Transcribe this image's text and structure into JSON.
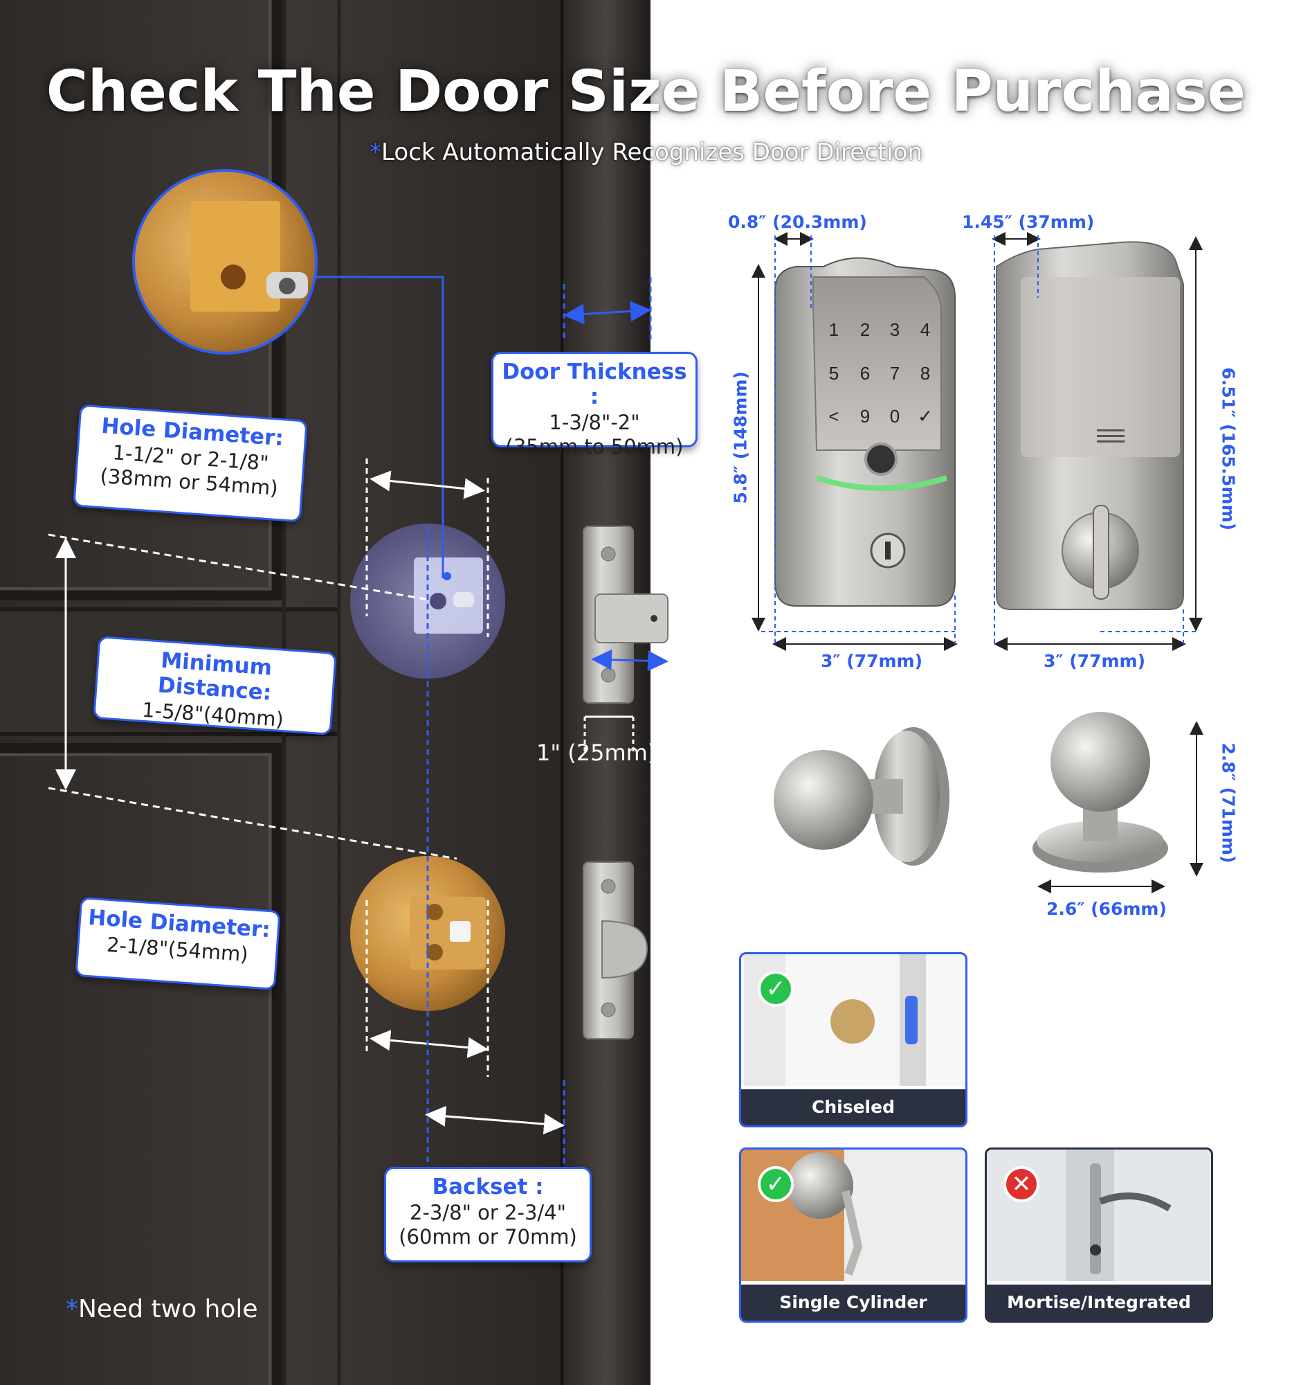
{
  "header": {
    "title": "Check The Door Size Before Purchase",
    "subtitle_star": "*",
    "subtitle": "Lock Automatically Recognizes Door Direction"
  },
  "cards": {
    "door_thickness": {
      "heading": "Door Thickness :",
      "line1": "1-3/8\"-2\"",
      "line2": "(35mm to 50mm)"
    },
    "hole_diameter_top": {
      "heading": "Hole Diameter:",
      "line1": "1-1/2\" or 2-1/8\"",
      "line2": "(38mm or 54mm)"
    },
    "minimum_distance": {
      "heading": "Minimum Distance:",
      "line1": "1-5/8\"(40mm)"
    },
    "hole_diameter_bottom": {
      "heading": "Hole Diameter:",
      "line1": "2-1/8\"(54mm)"
    },
    "backset": {
      "heading": "Backset :",
      "line1": "2-3/8\" or 2-3/4\"",
      "line2": "(60mm or 70mm)"
    }
  },
  "latch_dimension": "1\" (25mm)",
  "footnote": {
    "star": "*",
    "text": "Need two hole"
  },
  "keypad": {
    "keys": [
      "1",
      "2",
      "3",
      "4",
      "5",
      "6",
      "7",
      "8",
      "<",
      "9",
      "0",
      "✓"
    ]
  },
  "dimensions": {
    "front_depth": "0.8″ (20.3mm)",
    "back_depth": "1.45″ (37mm)",
    "front_height": "5.8″ (148mm)",
    "back_height": "6.51″ (165.5mm)",
    "front_width": "3″ (77mm)",
    "back_width": "3″ (77mm)",
    "knob_height": "2.8″ (71mm)",
    "knob_width": "2.6″ (66mm)"
  },
  "door_prep": [
    {
      "label": "Chiseled",
      "status": "supported",
      "icon": "check-icon"
    },
    {
      "label": "Single Cylinder",
      "status": "supported",
      "icon": "check-icon"
    },
    {
      "label": "Mortise/Integrated",
      "status": "unsupported",
      "icon": "cross-icon"
    }
  ],
  "colors": {
    "accent": "#2f5df0",
    "door": "#3a3532",
    "ok": "#27c24c",
    "bad": "#e0302d",
    "bar": "#2b3140"
  }
}
